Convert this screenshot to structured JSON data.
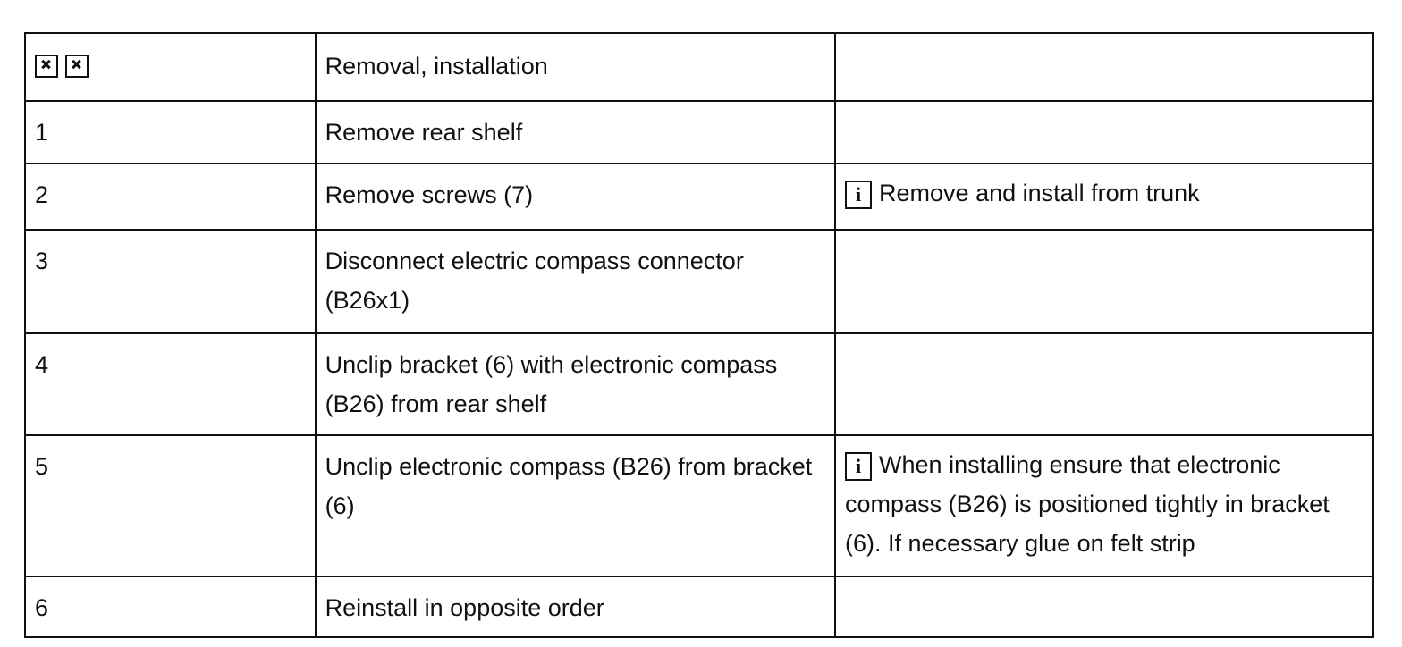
{
  "header": {
    "action_label": "Removal, installation"
  },
  "steps": [
    {
      "number": "1",
      "action": "Remove rear shelf",
      "note": ""
    },
    {
      "number": "2",
      "action": "Remove screws (7)",
      "note": "Remove and install from trunk"
    },
    {
      "number": "3",
      "action": "Disconnect electric compass connector (B26x1)",
      "note": ""
    },
    {
      "number": "4",
      "action": "Unclip bracket (6) with electronic compass (B26) from rear shelf",
      "note": ""
    },
    {
      "number": "5",
      "action": "Unclip electronic compass (B26) from bracket (6)",
      "note": "When installing ensure that electronic compass (B26) is positioned tightly in bracket (6). If necessary glue on felt strip"
    },
    {
      "number": "6",
      "action": "Reinstall in opposite order",
      "note": ""
    }
  ],
  "icons": {
    "header_symbols": [
      "tool-symbol-icon",
      "tool-symbol-icon"
    ],
    "note_marker": "info-icon"
  }
}
